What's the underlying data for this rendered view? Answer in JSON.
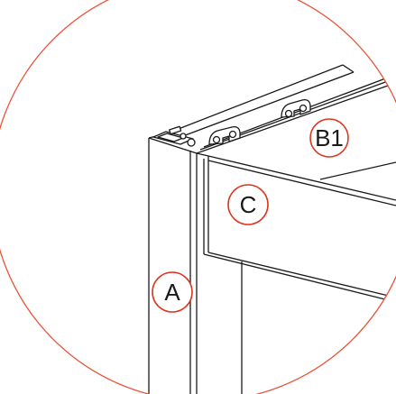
{
  "colors": {
    "lens_circle": "#e8553a",
    "callout_circle": "#d9381e",
    "line": "#1a1a1a",
    "background": "#ffffff"
  },
  "callouts": {
    "a": "A",
    "b1": "B1",
    "c": "C"
  }
}
